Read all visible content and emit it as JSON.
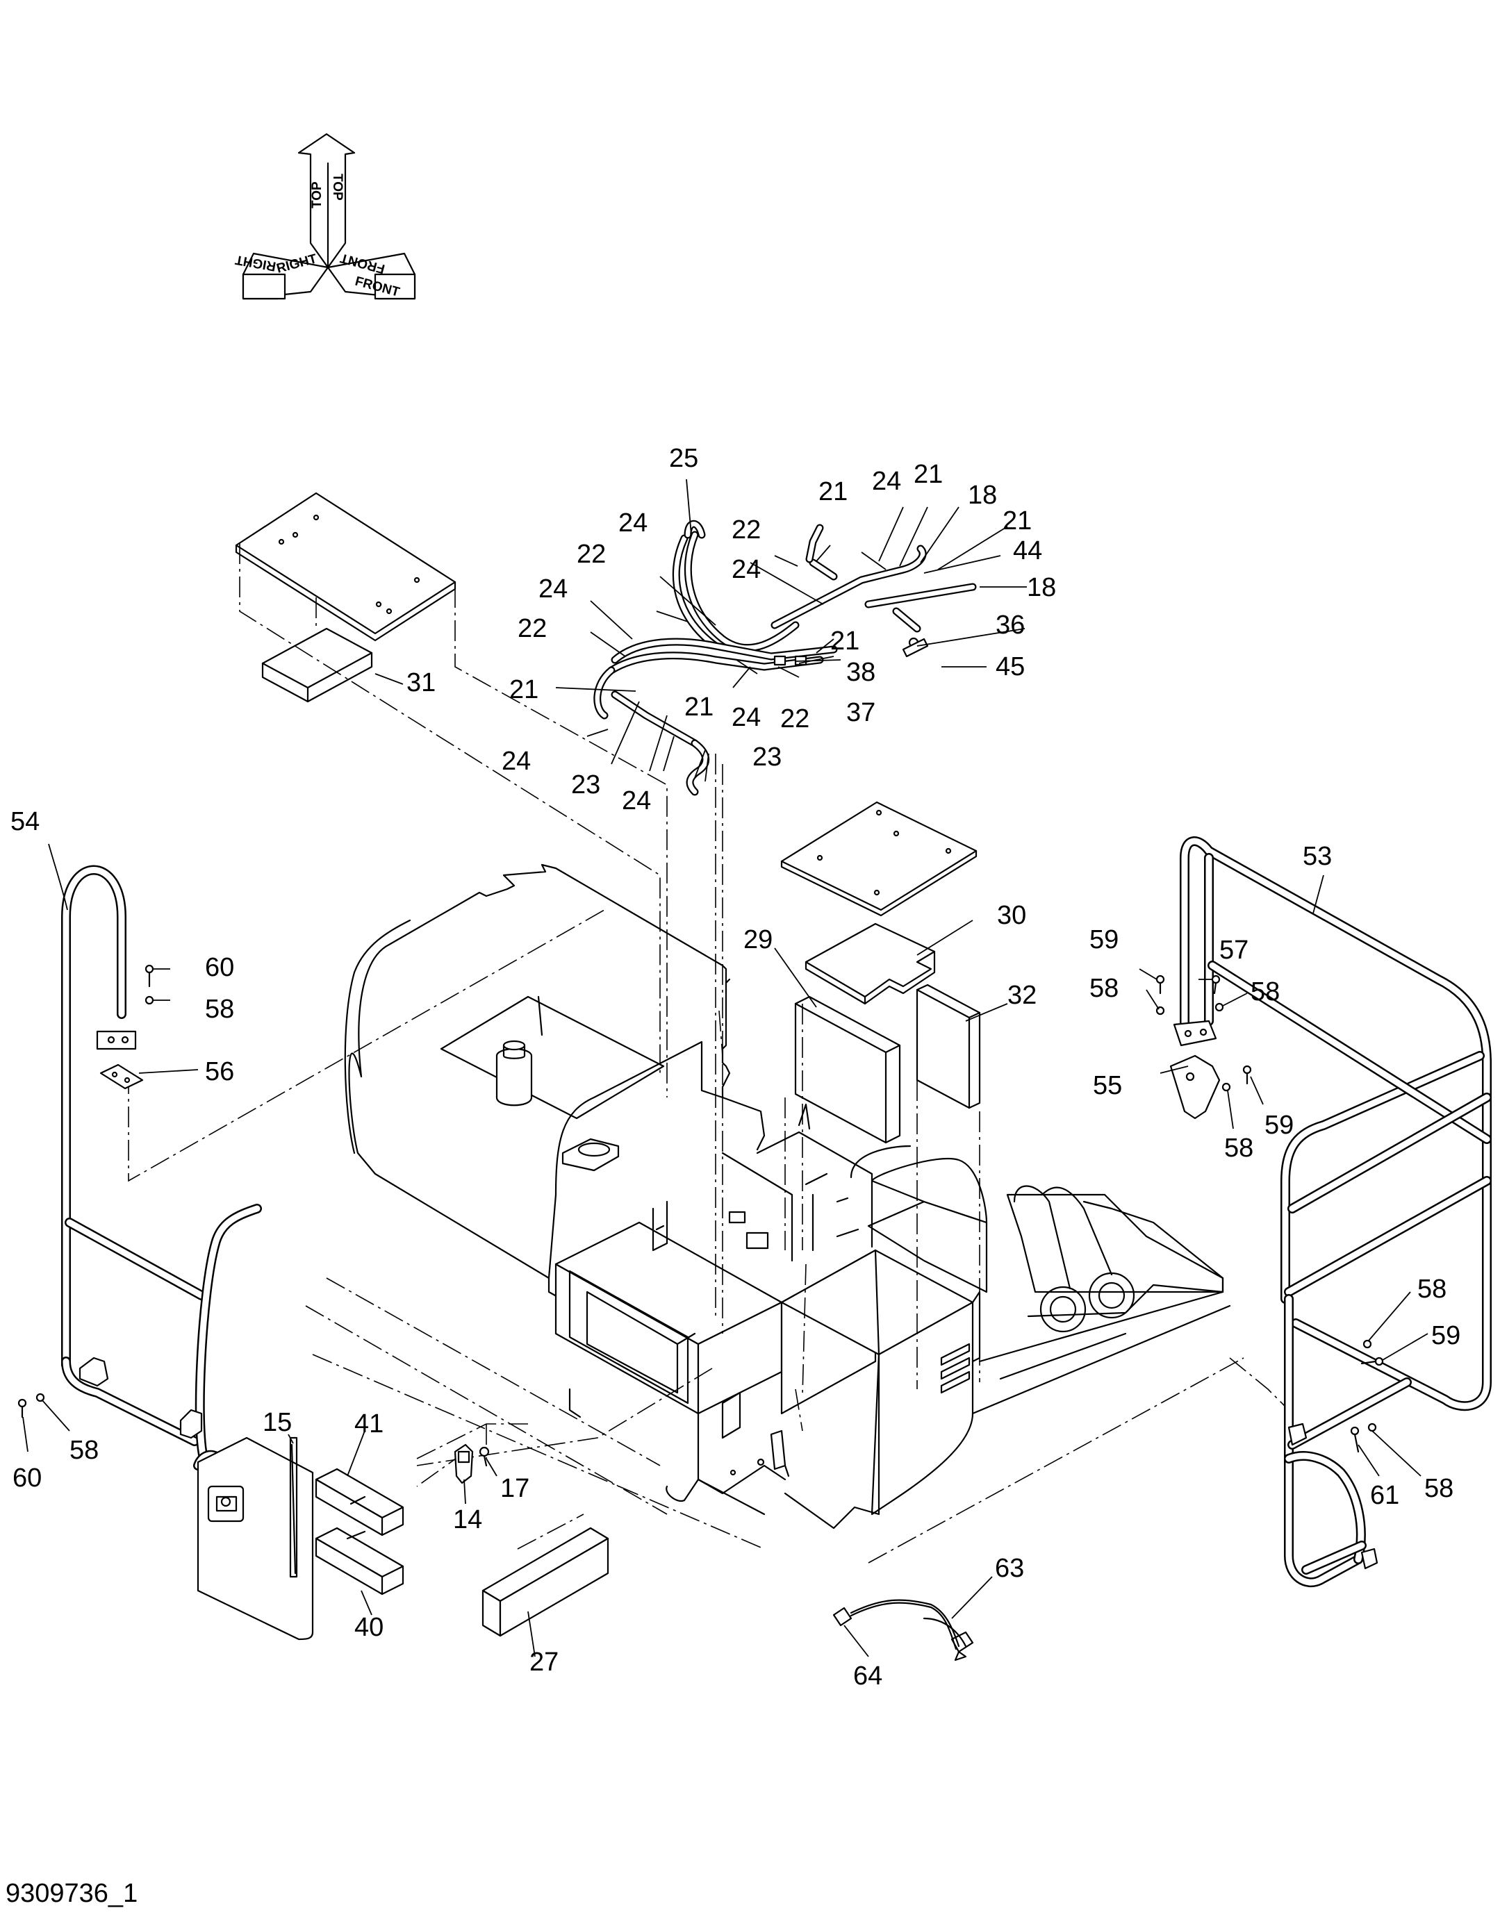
{
  "axis_indicator": {
    "top": "TOP",
    "right": "RIGHT",
    "front": "FRONT"
  },
  "drawing_number": "9309736_1",
  "callouts": {
    "c25": "25",
    "c24a": "24",
    "c21a": "21",
    "c18a": "18",
    "c21b": "21",
    "c44": "44",
    "c18b": "18",
    "c24b": "24",
    "c22a": "22",
    "c24c": "24",
    "c22b": "22",
    "c24d": "24",
    "c22c": "22",
    "c21c": "21",
    "c36": "36",
    "c38": "38",
    "c45": "45",
    "c37": "37",
    "c21d": "21",
    "c21e": "21",
    "c24e": "24",
    "c22d": "22",
    "c24f": "24",
    "c23a": "23",
    "c23b": "23",
    "c24g": "24",
    "c31": "31",
    "c54": "54",
    "c60a": "60",
    "c58a": "58",
    "c56": "56",
    "c29": "29",
    "c30": "30",
    "c32": "32",
    "c53": "53",
    "c59a": "59",
    "c57": "57",
    "c58b": "58",
    "c58c": "58",
    "c55": "55",
    "c58d": "58",
    "c59b": "59",
    "c58e": "58",
    "c59c": "59",
    "c15": "15",
    "c41": "41",
    "c17": "17",
    "c14": "14",
    "c40": "40",
    "c27": "27",
    "c60b": "60",
    "c58f": "58",
    "c61": "61",
    "c58g": "58",
    "c63": "63",
    "c64": "64"
  }
}
